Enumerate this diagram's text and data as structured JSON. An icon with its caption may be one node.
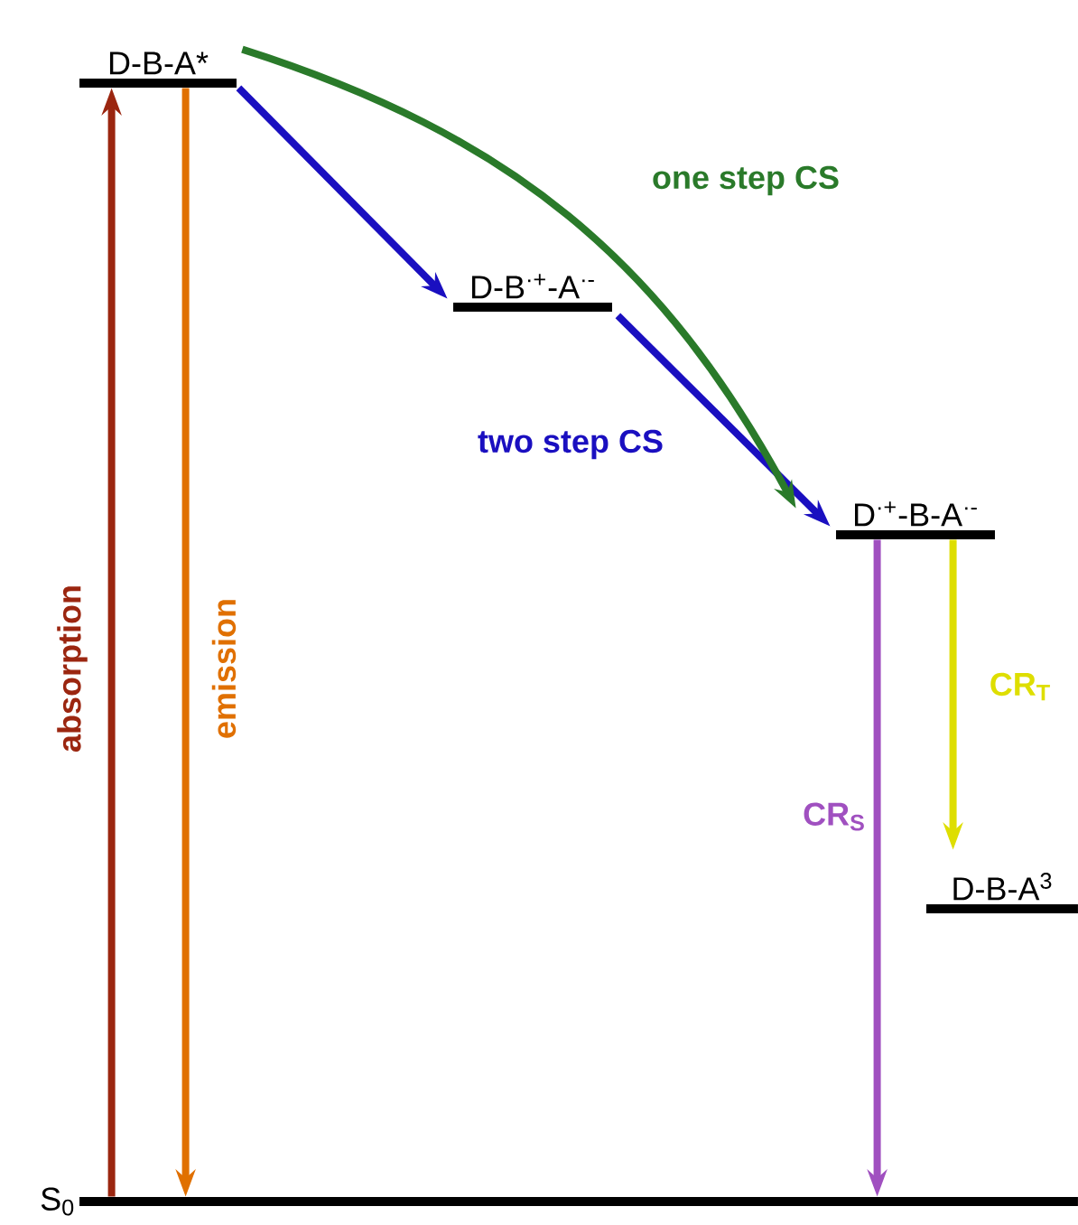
{
  "diagram": {
    "nodes": [
      {
        "text": [
          "D-B-A*"
        ]
      },
      {
        "text": [
          "D-B$^{·+}$-A$^{·-}$"
        ]
      },
      {
        "text": [
          "D$^{·+}$-B-A$^{·-}$"
        ]
      },
      {
        "text": [
          "D-B-A$^{3}$"
        ]
      },
      {
        "text": [
          "S$_{0}$"
        ]
      }
    ],
    "edges": [
      {
        "from": 4,
        "to": 0,
        "arrow": "to",
        "label": "absorption",
        "color": "#9b2610"
      },
      {
        "from": 0,
        "to": 4,
        "arrow": "to",
        "label": "emission",
        "color": "#e07000"
      },
      {
        "from": 0,
        "to": 1,
        "arrow": "to",
        "color": "#1a0fc0"
      },
      {
        "from": 1,
        "to": 2,
        "arrow": "to",
        "label": "two step CS",
        "color": "#1a0fc0"
      },
      {
        "from": 0,
        "to": 2,
        "arrow": "to",
        "label": "one step CS",
        "color": "#2a7a2a"
      },
      {
        "from": 2,
        "to": 4,
        "arrow": "to",
        "label": "CR$_{S}$",
        "color": "#a050c0"
      },
      {
        "from": 2,
        "to": 3,
        "arrow": "to",
        "label": "CR$_{T}$",
        "color": "#dede00"
      }
    ]
  }
}
